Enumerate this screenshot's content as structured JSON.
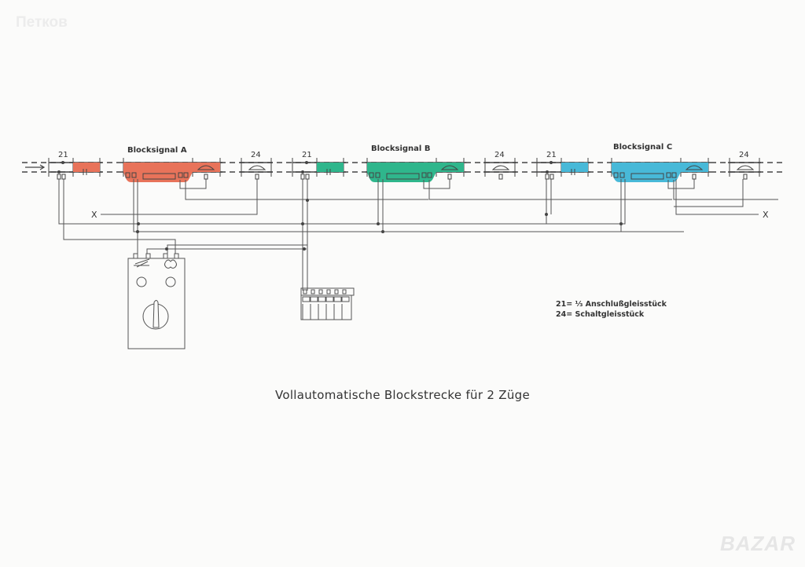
{
  "watermarks": {
    "top_left": "Петков",
    "bottom_right": "BAZAR"
  },
  "colors": {
    "block_a": "#e8735a",
    "block_b": "#2fb68c",
    "block_c": "#48b9d8",
    "line": "#555555"
  },
  "sections": [
    {
      "signal_label": "Blocksignal  A",
      "track_21": "21",
      "track_24": "24"
    },
    {
      "signal_label": "Blocksignal  B",
      "track_21": "21",
      "track_24": "24"
    },
    {
      "signal_label": "Blocksignal  C",
      "track_21": "21",
      "track_24": "24"
    }
  ],
  "x_labels": {
    "left": "X",
    "right": "X"
  },
  "legend": {
    "line1": "21= ⅓ Anschlußgleisstück",
    "line2": "24= Schaltgleisstück"
  },
  "caption": "Vollautomatische Blockstrecke für 2 Züge"
}
